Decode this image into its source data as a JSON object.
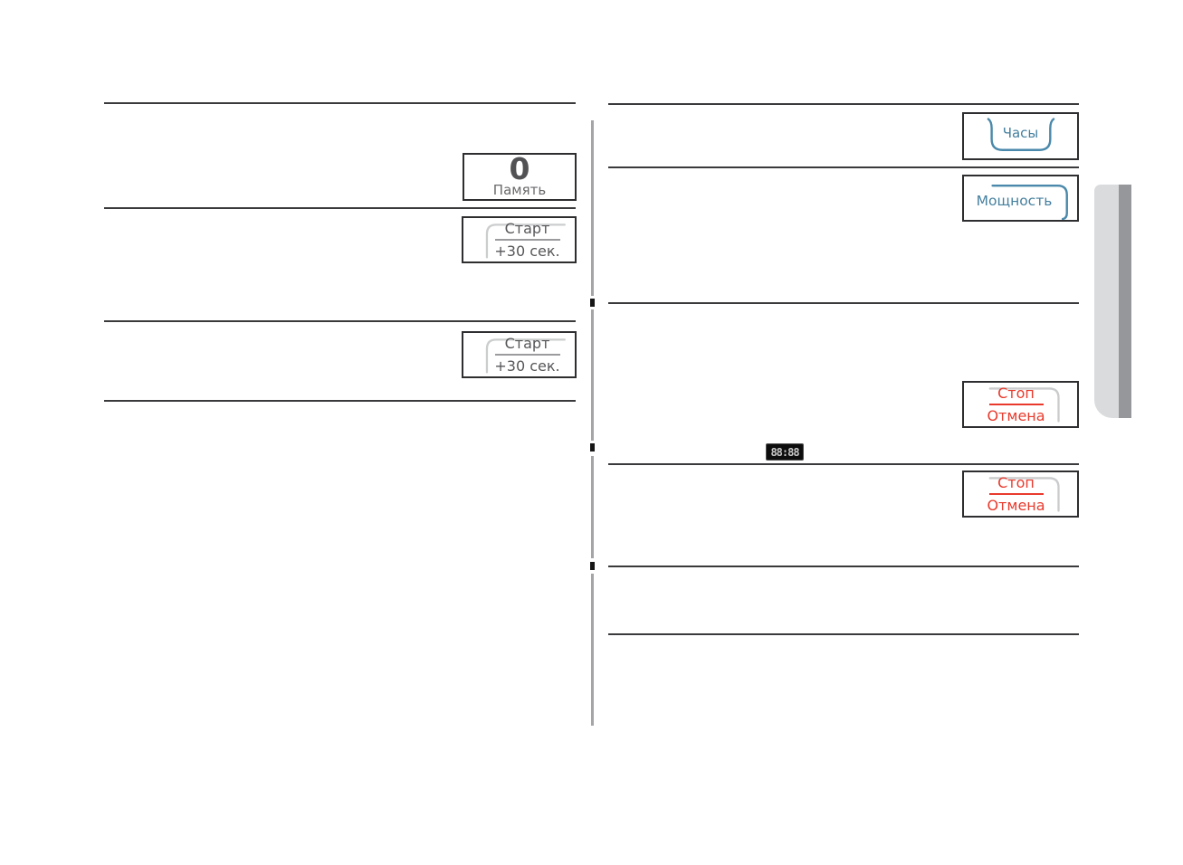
{
  "left_column": {
    "memory_button": {
      "digit": "0",
      "label": "Память"
    },
    "start_button_1": {
      "line1": "Старт",
      "line2": "+30 сек."
    },
    "start_button_2": {
      "line1": "Старт",
      "line2": "+30 сек."
    }
  },
  "right_column": {
    "clock_button": {
      "label": "Часы"
    },
    "power_button": {
      "label": "Мощность"
    },
    "stop_button_1": {
      "line1": "Стоп",
      "line2": "Отмена"
    },
    "stop_button_2": {
      "line1": "Стоп",
      "line2": "Отмена"
    },
    "display": {
      "value": "88:88"
    }
  },
  "colors": {
    "accent_teal": "#45809f",
    "accent_red": "#e83a2c",
    "rule_dark": "#3a3a3c",
    "divider_gray": "#a5a5a7",
    "curve_light_gray": "#c9cbcc",
    "text_gray": "#57575a",
    "tab_light_gray": "#d9dbdd",
    "tab_dark_gray": "#95979a",
    "led_background": "#0d0d0d"
  }
}
